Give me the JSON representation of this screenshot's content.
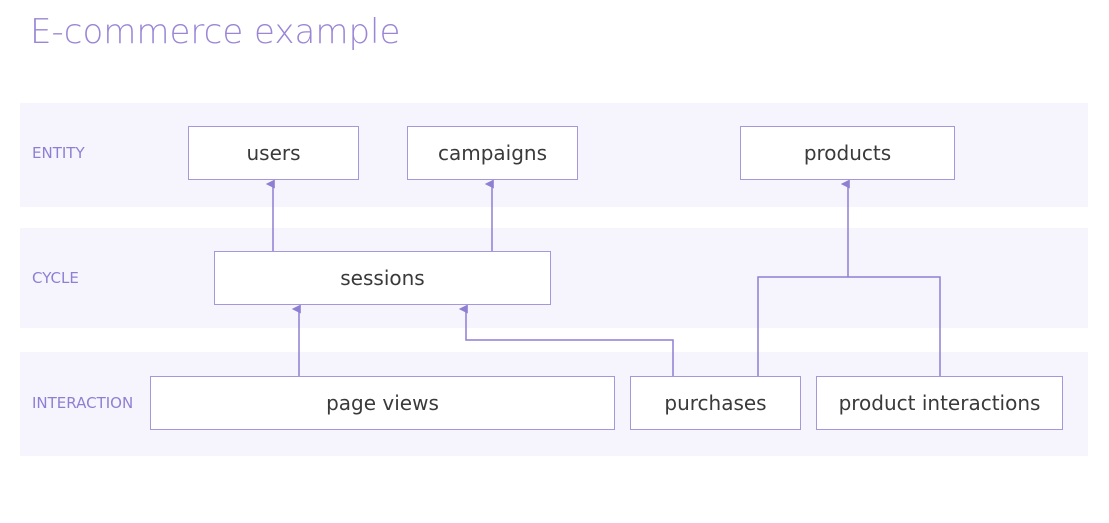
{
  "title": "E-commerce example",
  "layers": {
    "entity": "ENTITY",
    "cycle": "CYCLE",
    "interaction": "INTERACTION"
  },
  "nodes": {
    "users": "users",
    "campaigns": "campaigns",
    "products": "products",
    "sessions": "sessions",
    "page_views": "page views",
    "purchases": "purchases",
    "product_interactions": "product interactions"
  },
  "colors": {
    "accent": "#9b86d6",
    "band": "#f6f5fd",
    "box_border": "#a597da",
    "arrow": "#8f7fd3",
    "text": "#3a3a3a"
  }
}
